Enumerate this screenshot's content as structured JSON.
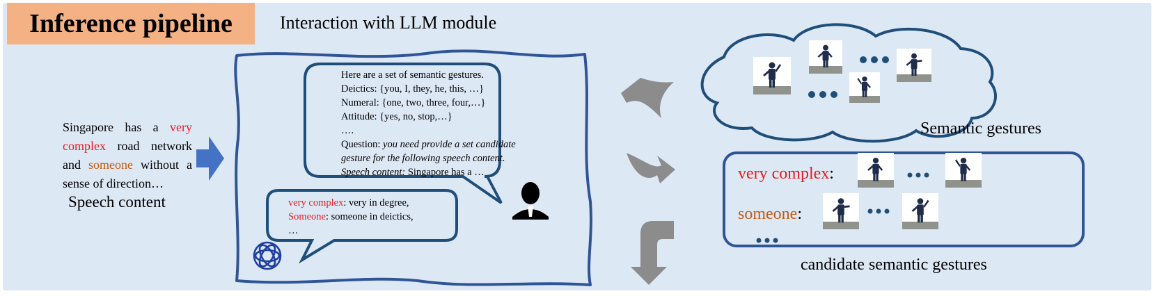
{
  "title": "Inference pipeline",
  "llm_module_title": "Interaction with LLM module",
  "speech": {
    "parts": [
      {
        "text": "Singapore has a ",
        "style": "plain"
      },
      {
        "text": "very complex",
        "style": "red"
      },
      {
        "text": " road network and ",
        "style": "plain"
      },
      {
        "text": "someone",
        "style": "orange"
      },
      {
        "text": " without a sense of direction…",
        "style": "plain"
      }
    ],
    "caption": "Speech content"
  },
  "prompt_bubble": {
    "line1": "Here are a set of semantic gestures.",
    "line2": "Deictics: {you, I, they, he, this, …}",
    "line3": "Numeral: {one, two, three, four,…}",
    "line4": "Attitude: {yes, no, stop,…}",
    "line5": "….",
    "question_label": "Question: ",
    "question_text_1": "you need provide a set candidate",
    "question_text_2": "gesture for the following speech content.",
    "speech_label": "Speech content:",
    "speech_text": " Singapore has a …"
  },
  "reply_bubble": {
    "item1_key": "very complex",
    "item1_value": ": very in degree,",
    "item2_key": "Someone",
    "item2_value": ": someone in deictics,",
    "item3": "…"
  },
  "semantic_gestures_caption": "Semantic gestures",
  "candidates": {
    "row1_label": "very complex",
    "row2_label": "someone",
    "colon": ":",
    "caption": "candidate semantic gestures"
  },
  "colors": {
    "panel": "#dde8f5",
    "title_bg": "#f4b183",
    "frame": "#2f5597",
    "highlight_red": "#e8191c",
    "highlight_orange": "#c55a11",
    "arrow_blue": "#4472c4",
    "arrow_gray": "#8c8c8c",
    "dots": "#1f4e79"
  },
  "icons": [
    "person-icon",
    "openai-logo-icon",
    "gesture-figure-icon"
  ]
}
